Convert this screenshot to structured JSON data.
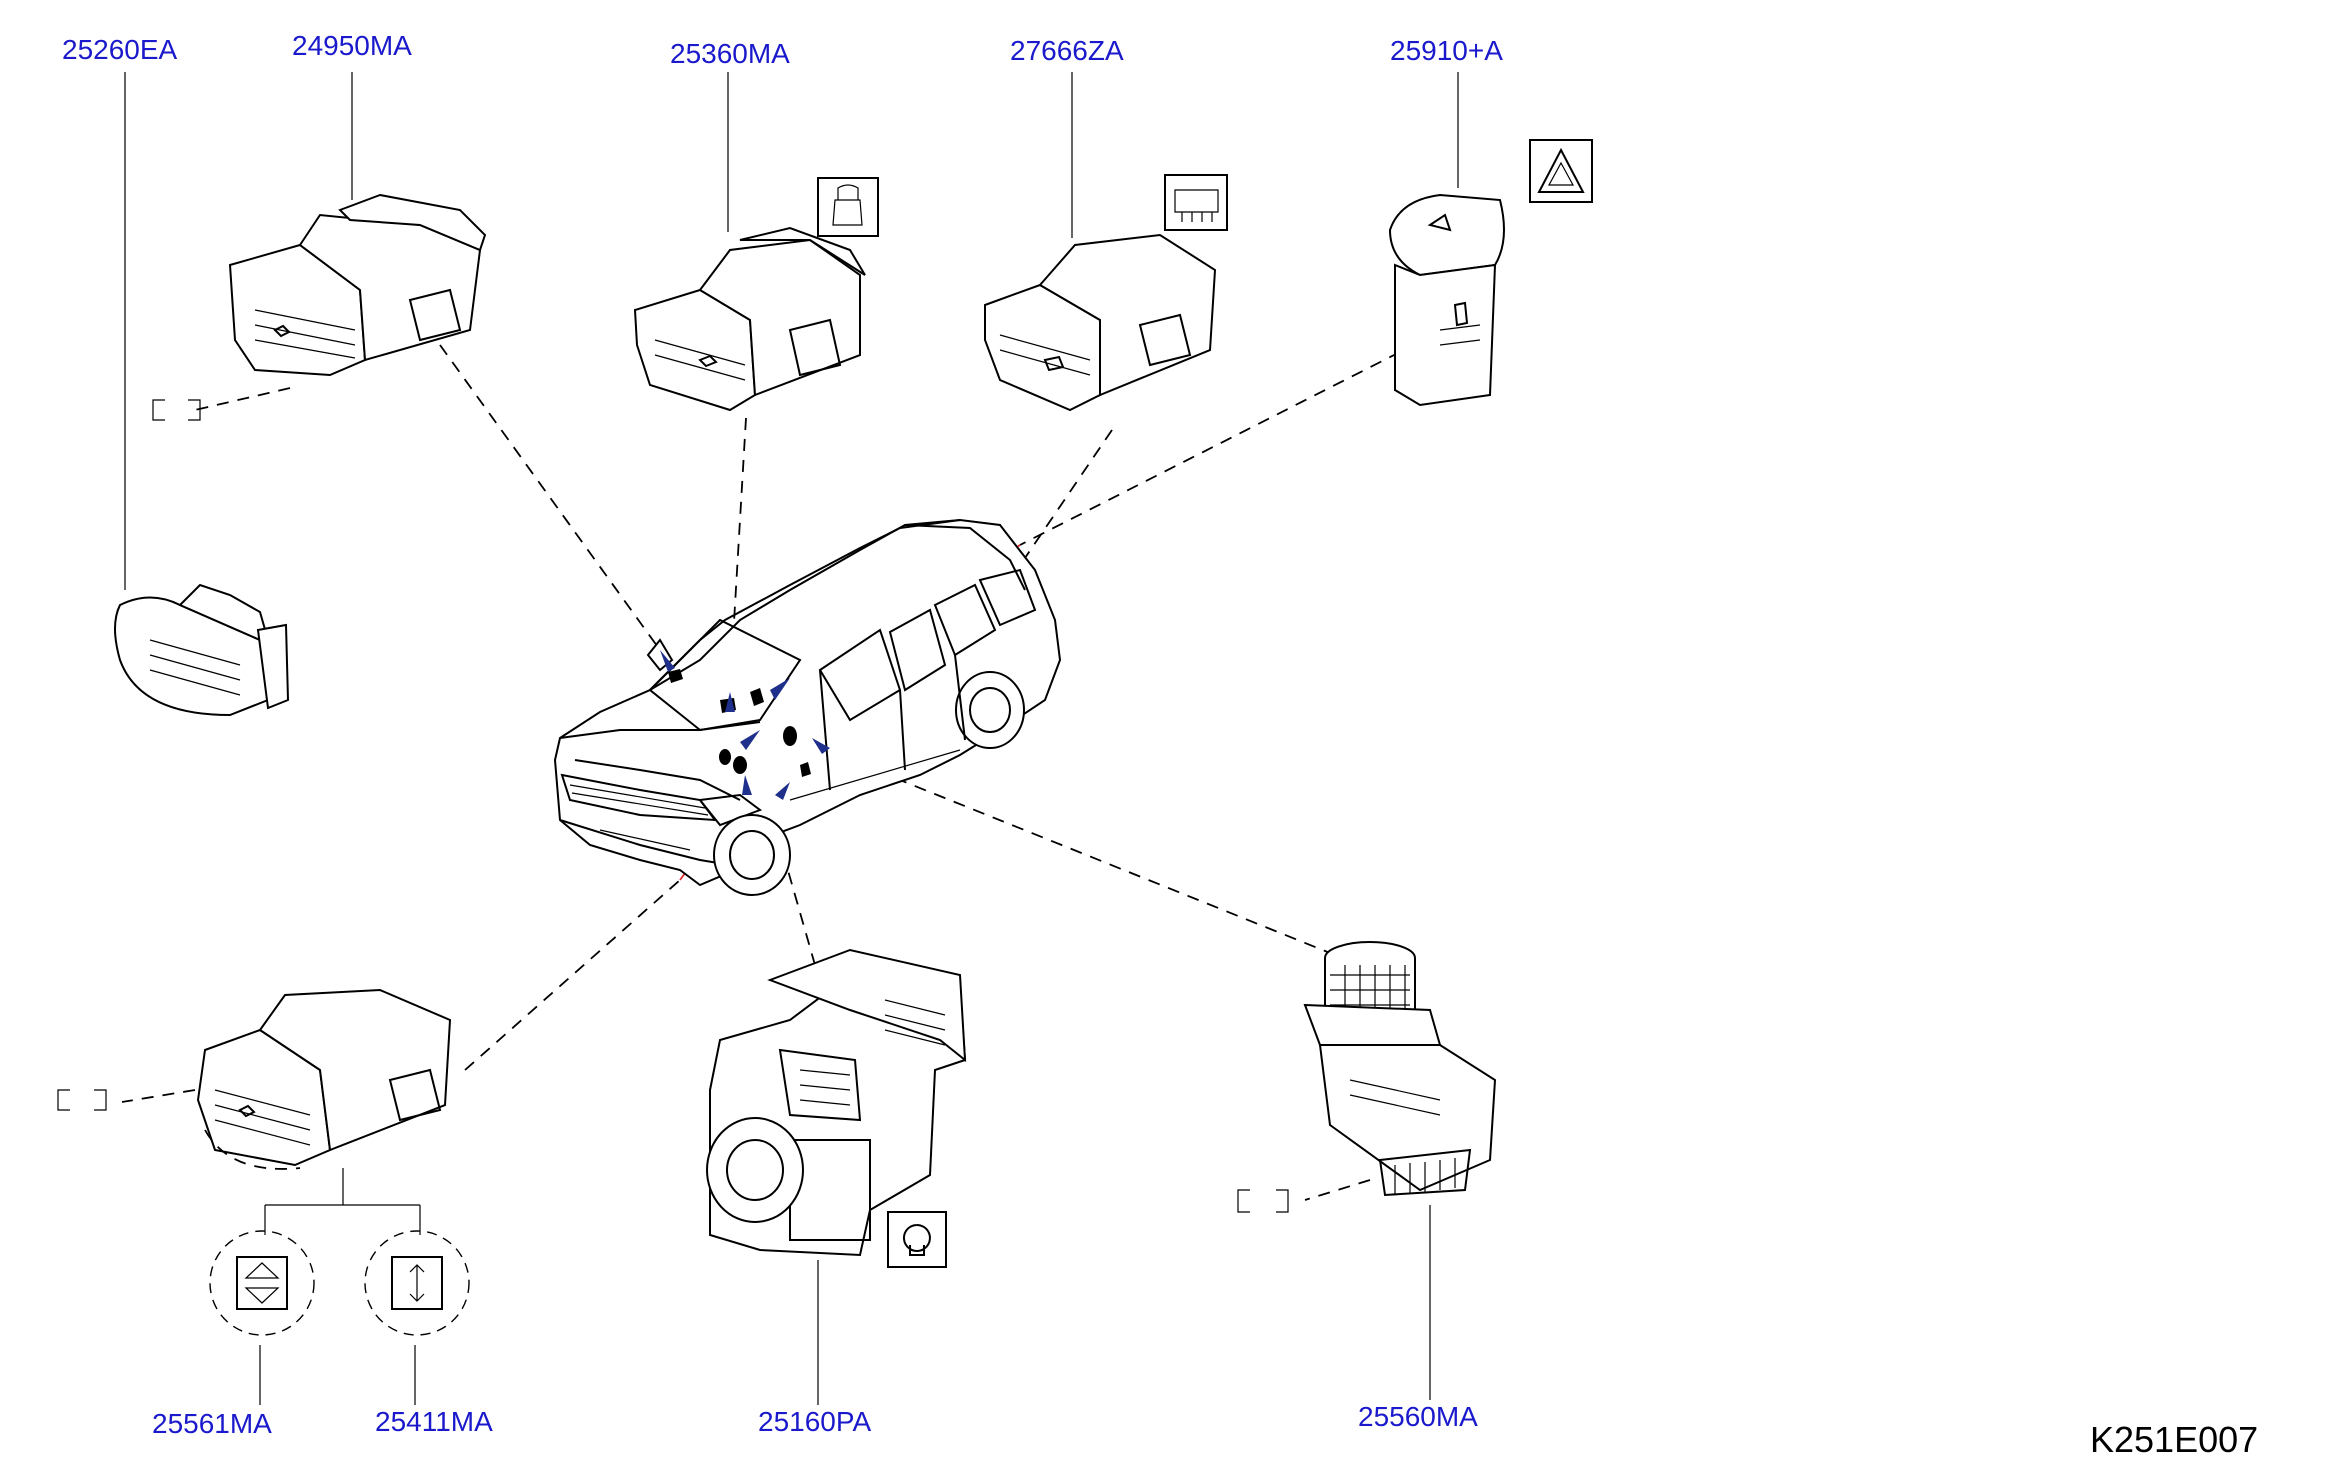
{
  "parts": [
    {
      "id": "p1",
      "label": "25260EA"
    },
    {
      "id": "p2",
      "label": "24950MA"
    },
    {
      "id": "p3",
      "label": "25360MA"
    },
    {
      "id": "p4",
      "label": "27666ZA"
    },
    {
      "id": "p5",
      "label": "25910+A"
    },
    {
      "id": "p6",
      "label": "25561MA"
    },
    {
      "id": "p7",
      "label": "25411MA"
    },
    {
      "id": "p8",
      "label": "25160PA"
    },
    {
      "id": "p9",
      "label": "25560MA"
    }
  ],
  "diagram_code": "K251E007",
  "colors": {
    "part_label": "#1a1acc",
    "leader_red": "#e03030",
    "arrow_blue": "#1e2f8c",
    "line": "#000000"
  },
  "icons": [
    "seat-heater-icon",
    "rear-defogger-icon",
    "hazard-triangle-icon",
    "interior-light-bulb-icon",
    "up-down-arrows-icon",
    "height-adjust-icon"
  ]
}
